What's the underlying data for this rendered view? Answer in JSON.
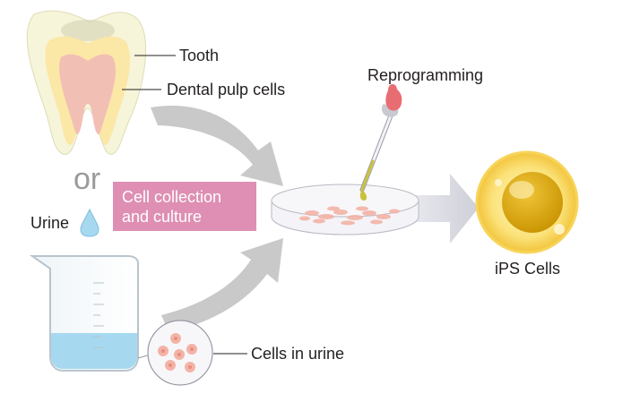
{
  "labels": {
    "tooth": "Tooth",
    "dental_pulp": "Dental pulp cells",
    "or": "or",
    "urine": "Urine",
    "cell_collection_line1": "Cell collection",
    "cell_collection_line2": "and culture",
    "reprogramming": "Reprogramming",
    "ips_cells": "iPS Cells",
    "cells_in_urine": "Cells in urine"
  },
  "colors": {
    "box_pink": "#de8fb3",
    "arrow_gray": "#c9c9c9",
    "tooth_enamel": "#f6f4d9",
    "tooth_dentin": "#fbe7a6",
    "tooth_pulp": "#f2bfb5",
    "urine_blue": "#a6d9ef",
    "ips_yellow": "#f3c33a",
    "ips_nucleus": "#d9a710",
    "cell_pink": "#f3b3a6",
    "pipette_red": "#e86d73"
  },
  "icons": [
    "tooth-icon",
    "droplet-icon",
    "beaker-icon",
    "petri-dish-icon",
    "pipette-icon",
    "ips-cell-icon",
    "magnifier-circle-icon"
  ]
}
